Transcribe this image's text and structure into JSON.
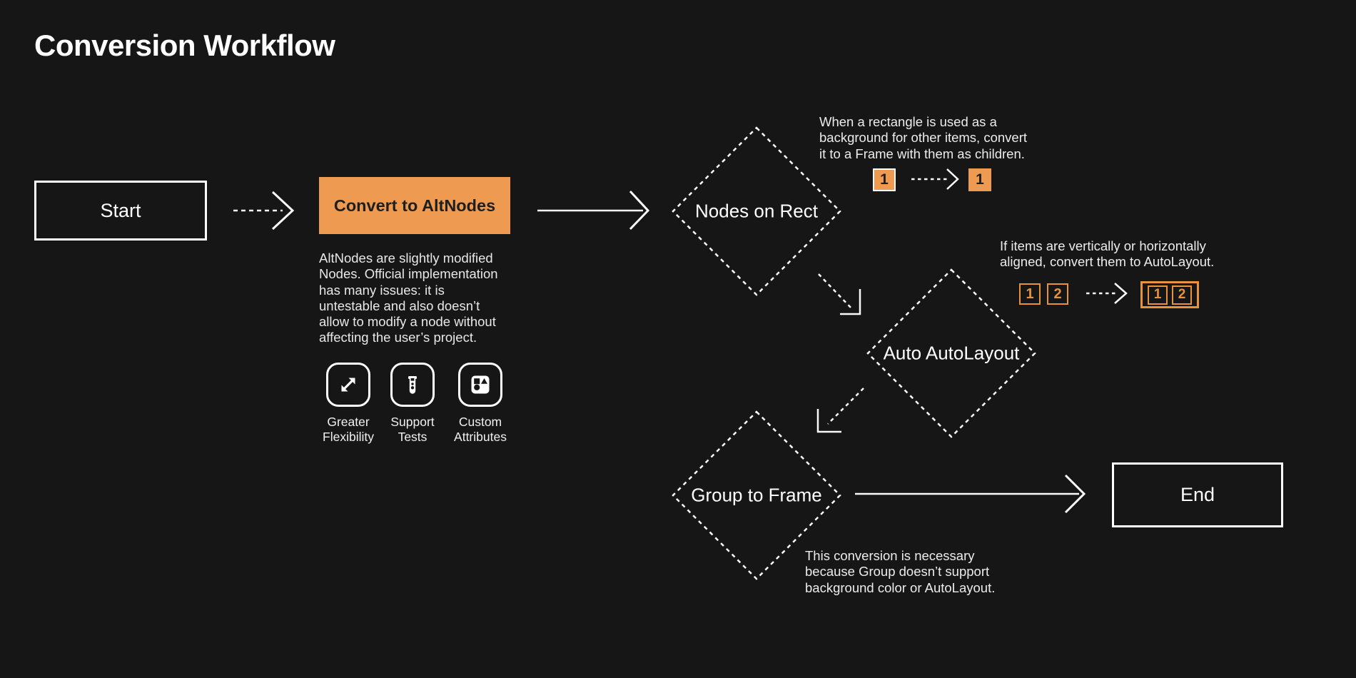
{
  "title": "Conversion Workflow",
  "colors": {
    "background": "#161616",
    "orange_fill": "#EE9B51",
    "orange_outline": "#E8923B",
    "line_white": "#FAFAFA",
    "dark_text_on_orange": "#1E1E1E"
  },
  "nodes": {
    "start": {
      "label": "Start"
    },
    "convert": {
      "label": "Convert to AltNodes",
      "description": "AltNodes are slightly modified\nNodes. Official implementation\nhas many issues: it is\nuntestable and also doesn’t\nallow to modify a node without\naffecting the user’s project.",
      "features": [
        {
          "icon": "expand-arrows-icon",
          "label": "Greater\nFlexibility"
        },
        {
          "icon": "test-tube-icon",
          "label": "Support\nTests"
        },
        {
          "icon": "shapes-icon",
          "label": "Custom\nAttributes"
        }
      ]
    },
    "nodes_on_rect": {
      "label": "Nodes on Rect",
      "note": "When a rectangle is used as a\nbackground for other items, convert\nit to a Frame with them as children.",
      "example": {
        "before": [
          "1"
        ],
        "after": [
          "1"
        ]
      }
    },
    "auto_autolayout": {
      "label": "Auto AutoLayout",
      "note": "If items are vertically or horizontally\naligned, convert them to AutoLayout.",
      "example": {
        "before": [
          "1",
          "2"
        ],
        "after": [
          "1",
          "2"
        ]
      }
    },
    "group_to_frame": {
      "label": "Group to Frame",
      "note": "This conversion is necessary\nbecause Group doesn’t support\nbackground color or AutoLayout."
    },
    "end": {
      "label": "End"
    }
  }
}
